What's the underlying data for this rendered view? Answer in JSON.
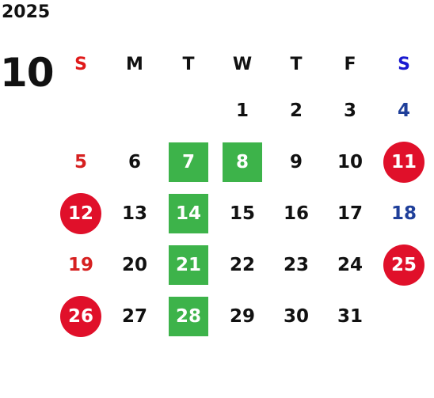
{
  "calendar": {
    "year": "2025",
    "month": "10",
    "weekdays": [
      "S",
      "M",
      "T",
      "W",
      "T",
      "F",
      "S"
    ],
    "weeks": [
      [
        {
          "day": "",
          "type": "sun"
        },
        {
          "day": "",
          "type": "normal"
        },
        {
          "day": "",
          "type": "normal"
        },
        {
          "day": "1",
          "type": "normal"
        },
        {
          "day": "2",
          "type": "normal"
        },
        {
          "day": "3",
          "type": "normal"
        },
        {
          "day": "4",
          "type": "sat"
        }
      ],
      [
        {
          "day": "5",
          "type": "sun"
        },
        {
          "day": "6",
          "type": "normal"
        },
        {
          "day": "7",
          "type": "green"
        },
        {
          "day": "8",
          "type": "green"
        },
        {
          "day": "9",
          "type": "normal"
        },
        {
          "day": "10",
          "type": "normal"
        },
        {
          "day": "11",
          "type": "red"
        }
      ],
      [
        {
          "day": "12",
          "type": "red"
        },
        {
          "day": "13",
          "type": "normal"
        },
        {
          "day": "14",
          "type": "green"
        },
        {
          "day": "15",
          "type": "normal"
        },
        {
          "day": "16",
          "type": "normal"
        },
        {
          "day": "17",
          "type": "normal"
        },
        {
          "day": "18",
          "type": "sat"
        }
      ],
      [
        {
          "day": "19",
          "type": "sun"
        },
        {
          "day": "20",
          "type": "normal"
        },
        {
          "day": "21",
          "type": "green"
        },
        {
          "day": "22",
          "type": "normal"
        },
        {
          "day": "23",
          "type": "normal"
        },
        {
          "day": "24",
          "type": "normal"
        },
        {
          "day": "25",
          "type": "red"
        }
      ],
      [
        {
          "day": "26",
          "type": "red"
        },
        {
          "day": "27",
          "type": "normal"
        },
        {
          "day": "28",
          "type": "green"
        },
        {
          "day": "29",
          "type": "normal"
        },
        {
          "day": "30",
          "type": "normal"
        },
        {
          "day": "31",
          "type": "normal"
        },
        {
          "day": "",
          "type": "sat"
        }
      ]
    ]
  },
  "colors": {
    "sunday_text": "#d62020",
    "saturday_text": "#1f3f9a",
    "highlight_green": "#3db34a",
    "highlight_red": "#e0102a"
  }
}
